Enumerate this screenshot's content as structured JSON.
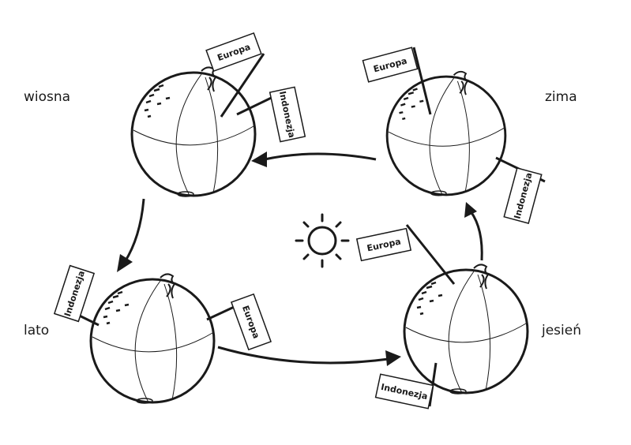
{
  "seasons": {
    "spring": "wiosna",
    "winter": "zima",
    "summer": "lato",
    "autumn": "jesień"
  },
  "flags": {
    "europe": "Europa",
    "indonesia": "Indonezja"
  },
  "icons": {
    "center": "sun-icon"
  }
}
